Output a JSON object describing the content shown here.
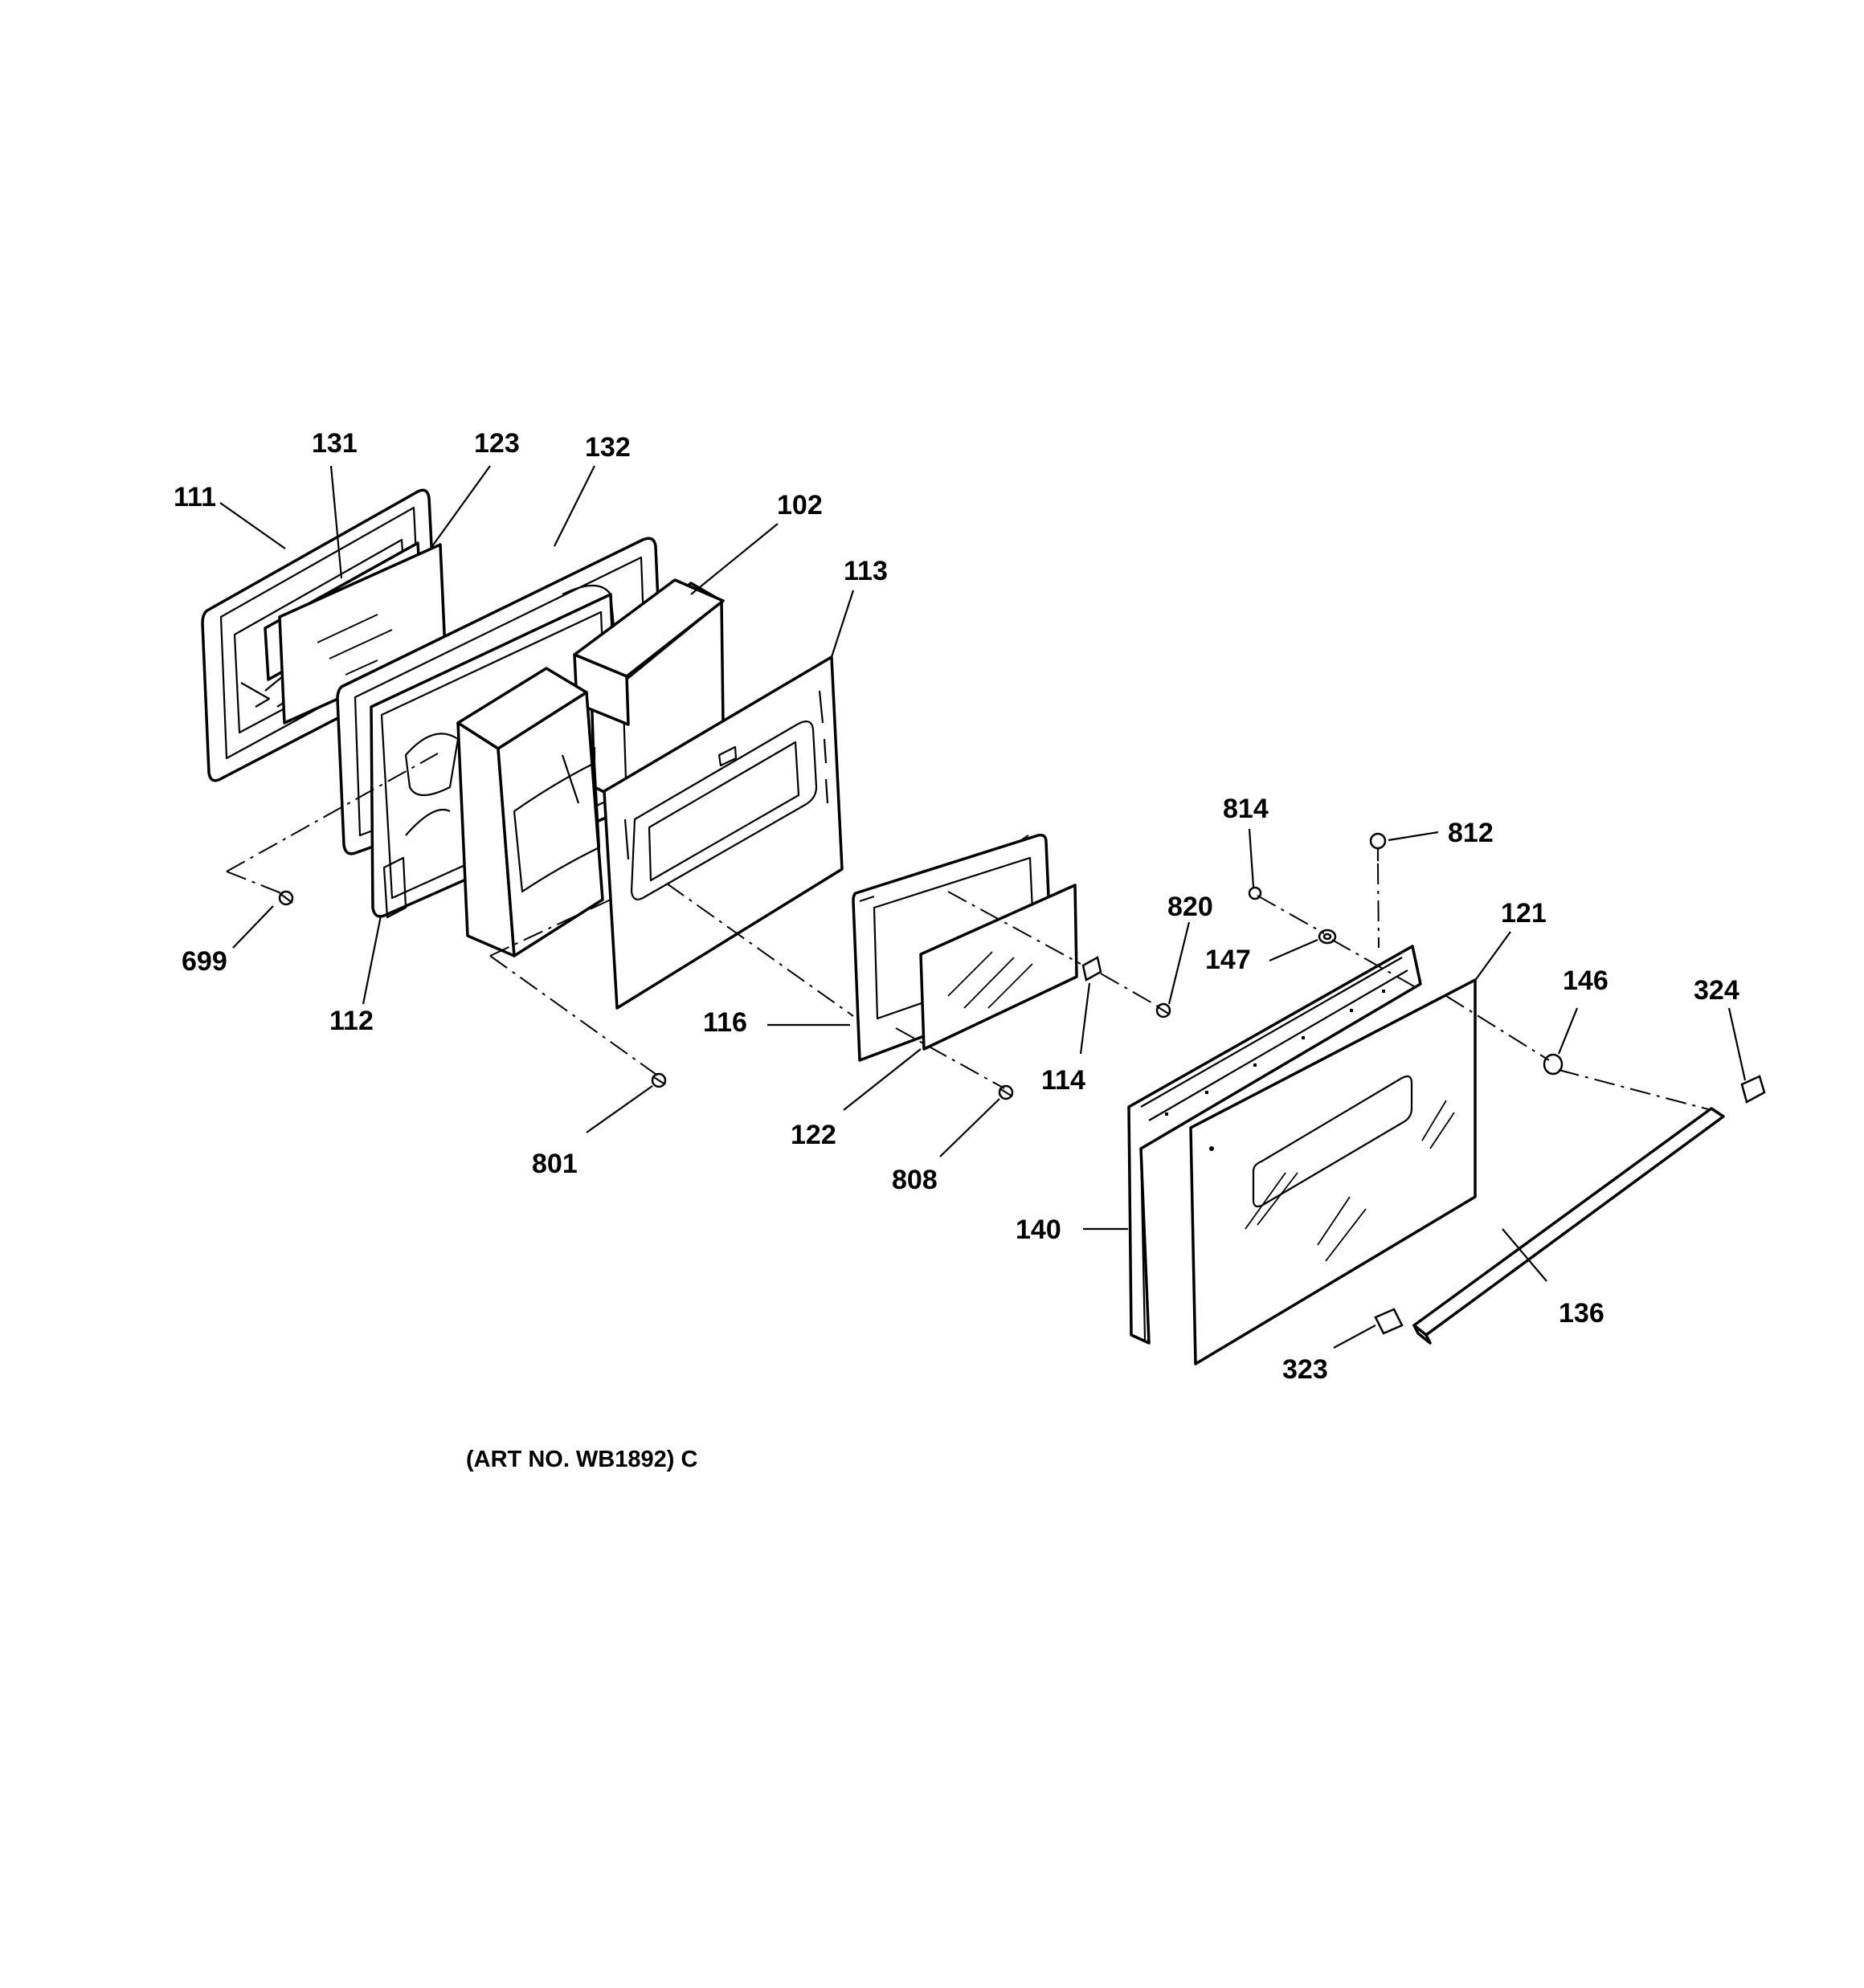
{
  "diagram": {
    "caption": "(ART NO. WB1892) C",
    "callouts": {
      "p111": "111",
      "p131": "131",
      "p123": "123",
      "p132": "132",
      "p102": "102",
      "p113": "113",
      "p699": "699",
      "p112": "112",
      "p801": "801",
      "p116": "116",
      "p122": "122",
      "p808": "808",
      "p114": "114",
      "p820": "820",
      "p814": "814",
      "p812": "812",
      "p147": "147",
      "p121": "121",
      "p146": "146",
      "p324": "324",
      "p140": "140",
      "p136": "136",
      "p323": "323"
    }
  }
}
